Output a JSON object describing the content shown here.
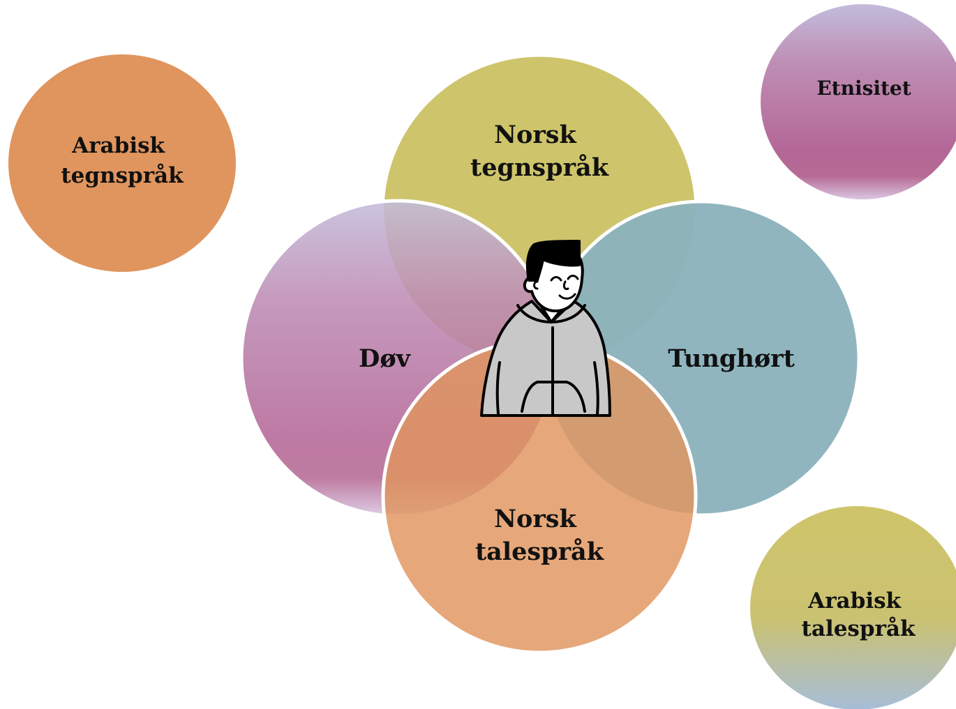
{
  "diagram": {
    "center_figure_icon": "person-hoodie-icon",
    "circles": [
      {
        "id": "arabisk-tegnsprak",
        "lines": [
          "Arabisk",
          "tegnspråk"
        ],
        "color": "#E0955E"
      },
      {
        "id": "norsk-tegnsprak",
        "lines": [
          "Norsk",
          "tegnspråk"
        ],
        "color": "#CEC46B"
      },
      {
        "id": "etnisitet",
        "lines": [
          "Etnisitet"
        ],
        "color": "#B66A94"
      },
      {
        "id": "dov",
        "lines": [
          "Døv"
        ],
        "color": "#B4669A"
      },
      {
        "id": "tunghort",
        "lines": [
          "Tunghørt"
        ],
        "color": "#8BB2BC"
      },
      {
        "id": "norsk-talesprak",
        "lines": [
          "Norsk",
          "talespråk"
        ],
        "color": "#E0955E"
      },
      {
        "id": "arabisk-talesprak",
        "lines": [
          "Arabisk",
          "talespråk"
        ],
        "color": "#CEC46B"
      }
    ]
  }
}
